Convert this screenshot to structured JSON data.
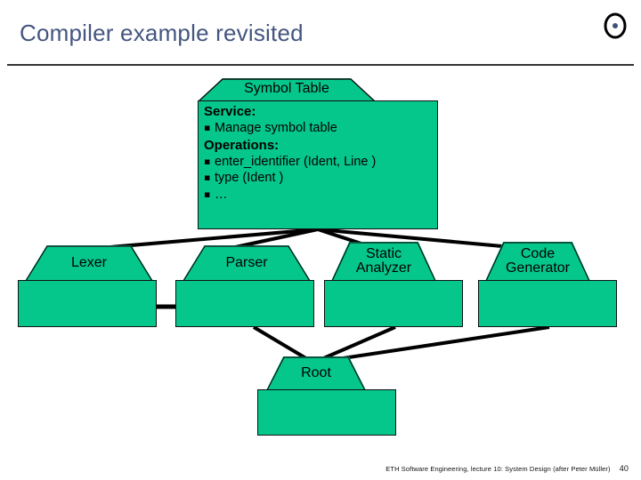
{
  "slide": {
    "title": "Compiler example revisited",
    "logo_icon": "target-circle-icon",
    "accent_title_color": "#44557f",
    "component_fill_color": "#05c78b",
    "component_border_color": "#111111"
  },
  "diagram": {
    "type": "uml-component-diagram",
    "components": [
      {
        "id": "symbol-table",
        "name": "Symbol Table",
        "sections": [
          {
            "heading": "Service:",
            "items": [
              "Manage symbol table"
            ]
          },
          {
            "heading": "Operations:",
            "items": [
              "enter_identifier (Ident, Line )",
              "type (Ident )",
              "…"
            ]
          }
        ],
        "lines": [
          {
            "text": "Service:",
            "bold": true,
            "bullet": false
          },
          {
            "text": "Manage symbol table",
            "bold": false,
            "bullet": true
          },
          {
            "text": "Operations:",
            "bold": true,
            "bullet": false
          },
          {
            "text": "enter_identifier (Ident, Line )",
            "bold": false,
            "bullet": true
          },
          {
            "text": "type (Ident )",
            "bold": false,
            "bullet": true
          },
          {
            "text": "…",
            "bold": false,
            "bullet": true
          }
        ]
      },
      {
        "id": "lexer",
        "name": "Lexer"
      },
      {
        "id": "parser",
        "name": "Parser"
      },
      {
        "id": "static-analyzer",
        "name": "Static\nAnalyzer",
        "name_line1": "Static",
        "name_line2": "Analyzer"
      },
      {
        "id": "code-generator",
        "name": "Code\nGenerator",
        "name_line1": "Code",
        "name_line2": "Generator"
      },
      {
        "id": "root",
        "name": "Root"
      }
    ],
    "connections": [
      {
        "from": "symbol-table",
        "to": "lexer"
      },
      {
        "from": "symbol-table",
        "to": "parser"
      },
      {
        "from": "symbol-table",
        "to": "static-analyzer"
      },
      {
        "from": "symbol-table",
        "to": "code-generator"
      },
      {
        "from": "lexer",
        "to": "parser"
      },
      {
        "from": "parser",
        "to": "root"
      },
      {
        "from": "static-analyzer",
        "to": "root"
      },
      {
        "from": "code-generator",
        "to": "root"
      }
    ]
  },
  "footer": {
    "text": "ETH Software Engineering, lecture 10: System Design (after Peter Müller)",
    "page": "40"
  }
}
